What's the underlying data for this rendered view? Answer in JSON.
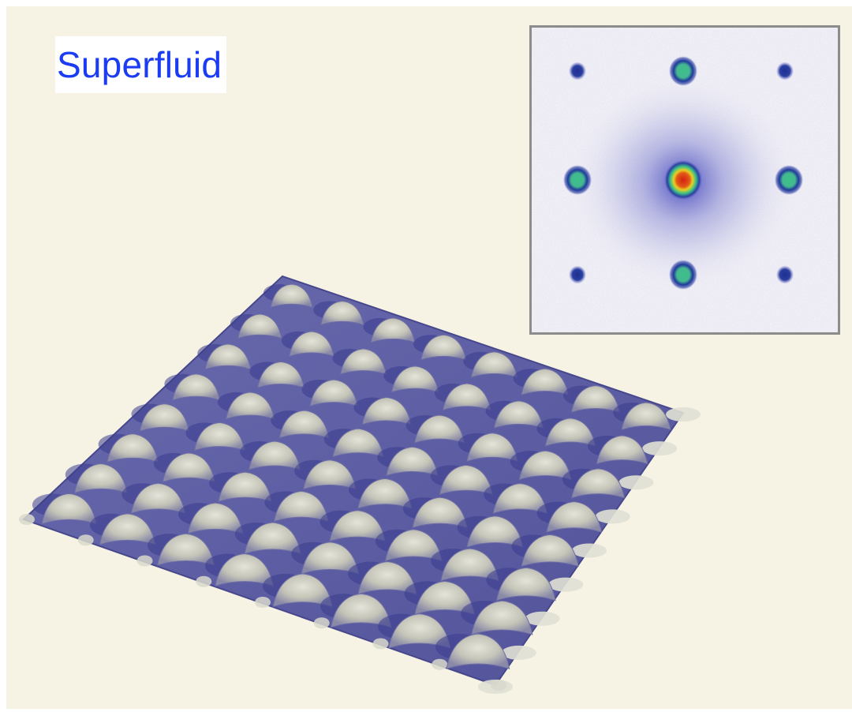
{
  "title": "Superfluid",
  "colors": {
    "title_text": "#1b3cf2",
    "title_background": "#ffffff",
    "panel_background": "#f6f3e4",
    "inset_border": "#8c8c8c",
    "lattice_valley": "#5c5ca4",
    "lattice_peak": "#c8c8bc",
    "peak_core": "#d42010",
    "peak_ring_inner": "#e8d020",
    "peak_ring_mid": "#3cc088",
    "peak_ring_outer": "#2a3fa0"
  },
  "inset": {
    "image": "momentum-distribution-interference-pattern",
    "peaks": [
      {
        "row": -1,
        "col": -1,
        "strength": "weak"
      },
      {
        "row": -1,
        "col": 0,
        "strength": "medium"
      },
      {
        "row": -1,
        "col": 1,
        "strength": "weak"
      },
      {
        "row": 0,
        "col": -1,
        "strength": "medium"
      },
      {
        "row": 0,
        "col": 0,
        "strength": "strong"
      },
      {
        "row": 0,
        "col": 1,
        "strength": "medium"
      },
      {
        "row": 1,
        "col": -1,
        "strength": "weak"
      },
      {
        "row": 1,
        "col": 0,
        "strength": "medium"
      },
      {
        "row": 1,
        "col": 1,
        "strength": "weak"
      }
    ]
  },
  "lattice": {
    "image": "optical-lattice-density-surface",
    "rows": 8,
    "cols": 8
  }
}
